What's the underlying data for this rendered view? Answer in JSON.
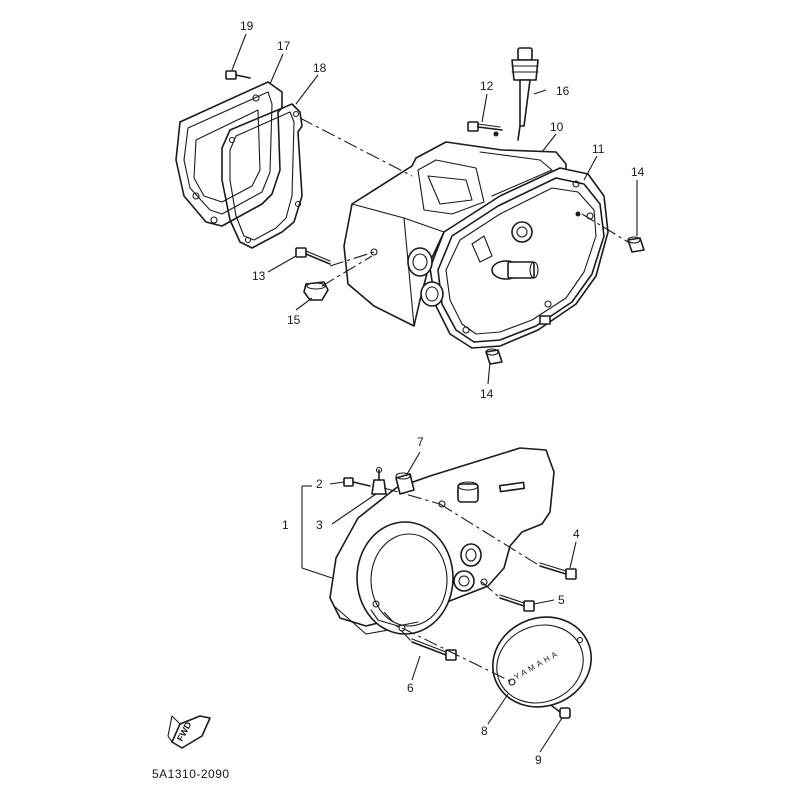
{
  "diagram": {
    "code": "5A1310-2090",
    "cover_text": "YAMAHA",
    "fwd_label": "FWD",
    "fwd_icon": "forward-arrow-icon"
  },
  "callouts": {
    "p1": "1",
    "p2": "2",
    "p3": "3",
    "p4": "4",
    "p5": "5",
    "p6": "6",
    "p7": "7",
    "p8": "8",
    "p9": "9",
    "p10": "10",
    "p11": "11",
    "p12": "12",
    "p13": "13",
    "p14a": "14",
    "p14b": "14",
    "p15": "15",
    "p16": "16",
    "p17": "17",
    "p18": "18",
    "p19": "19"
  }
}
